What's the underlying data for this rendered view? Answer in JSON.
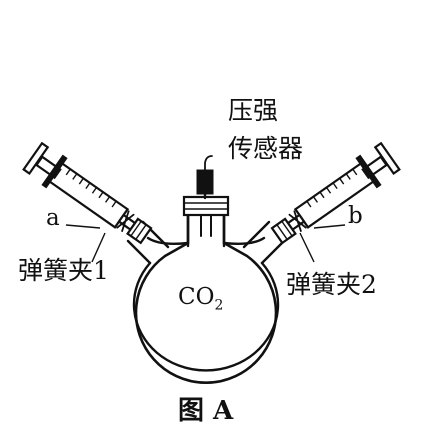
{
  "labels": {
    "sensor_line1": "压强",
    "sensor_line2": "传感器",
    "syringe_a": "a",
    "syringe_b": "b",
    "clamp1": "弹簧夹1",
    "clamp2": "弹簧夹2",
    "flask_gas_main": "CO",
    "flask_gas_sub": "2",
    "caption": "图 A"
  }
}
